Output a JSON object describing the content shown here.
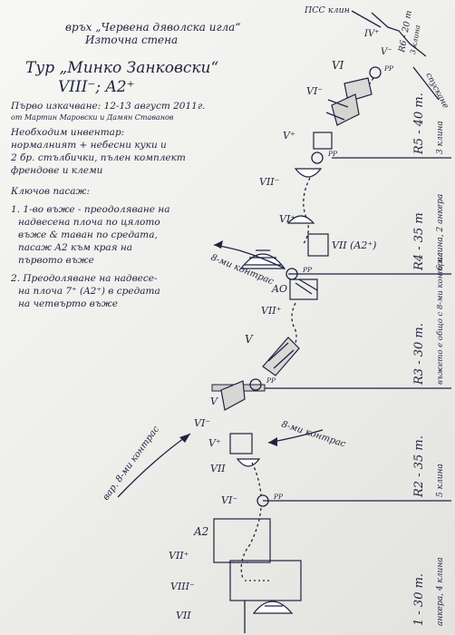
{
  "header": {
    "line1": "връх „Червена дяволска игла“",
    "line2": "Източна стена",
    "route_name": "Тур „Минко Занковски“",
    "grade": "VIII⁻; A2⁺"
  },
  "notes": {
    "first_ascent": "Първо изкачване: 12-13 август 2011г.",
    "authors": "от Мартин Маровски и Дамян Ставанов",
    "gear_title": "Необходим инвентар:",
    "gear_lines": [
      "нормалният + небесни куки и",
      "2 бр. стълбички, пълен комплект",
      "френдове и клеми"
    ],
    "key_title": "Ключов пасаж:",
    "key_lines": [
      "1. 1-во въже - преодоляване на",
      "надвесена плоча по цялото",
      "въже & таван по средата,",
      "пасаж A2 към края на",
      "първото въже",
      "2. Преодоляване на надвесе-",
      "на плоча 7⁺ (A2⁺) в средата",
      "на четвърто въже"
    ]
  },
  "top": {
    "pss_label": "ПСС клин",
    "iv_plus": "IV⁺",
    "v_minus_top": "V⁻",
    "r6_label": "R6 - 20 m",
    "r6_sub": "3 клина",
    "descent": "спускане",
    "pp": "PP"
  },
  "pitches": [
    {
      "label": "R5 - 40 m.",
      "sub": "3 клина"
    },
    {
      "label": "R4 - 35 m",
      "sub": "6 клина, 2 анкера"
    },
    {
      "label": "R3 - 30 m.",
      "sub": "въжето е общо с 8-ми контрас"
    },
    {
      "label": "R2 - 35 m.",
      "sub": "5 клина"
    },
    {
      "label": "1 - 30 m.",
      "sub": "анкера, 4 клина"
    }
  ],
  "grades": {
    "g_vi_1": "VI",
    "g_vi_minus_1": "VI⁻",
    "g_v_plus_1": "V⁺",
    "g_vii_minus_1": "VII⁻",
    "g_vi_plus": "VI⁺",
    "g_vii_a2": "VII (A2⁺)",
    "g_ao": "AO",
    "g_vii_plus_1": "VII⁺",
    "g_v_1": "V",
    "g_v_2": "V",
    "g_vi_minus_2": "VI⁻",
    "g_v_plus_2": "V⁺",
    "g_vii_1": "VII",
    "g_vi_minus_3": "VI⁻",
    "g_a2": "A2",
    "g_vii_plus_2": "VII⁺",
    "g_viii_minus": "VIII⁻",
    "g_vii_2": "VII"
  },
  "variants": {
    "v1": "8-ми контрас",
    "v2": "8-ми контрас",
    "v3": "вар. 8-ми контрас"
  },
  "pp_label": "PP"
}
